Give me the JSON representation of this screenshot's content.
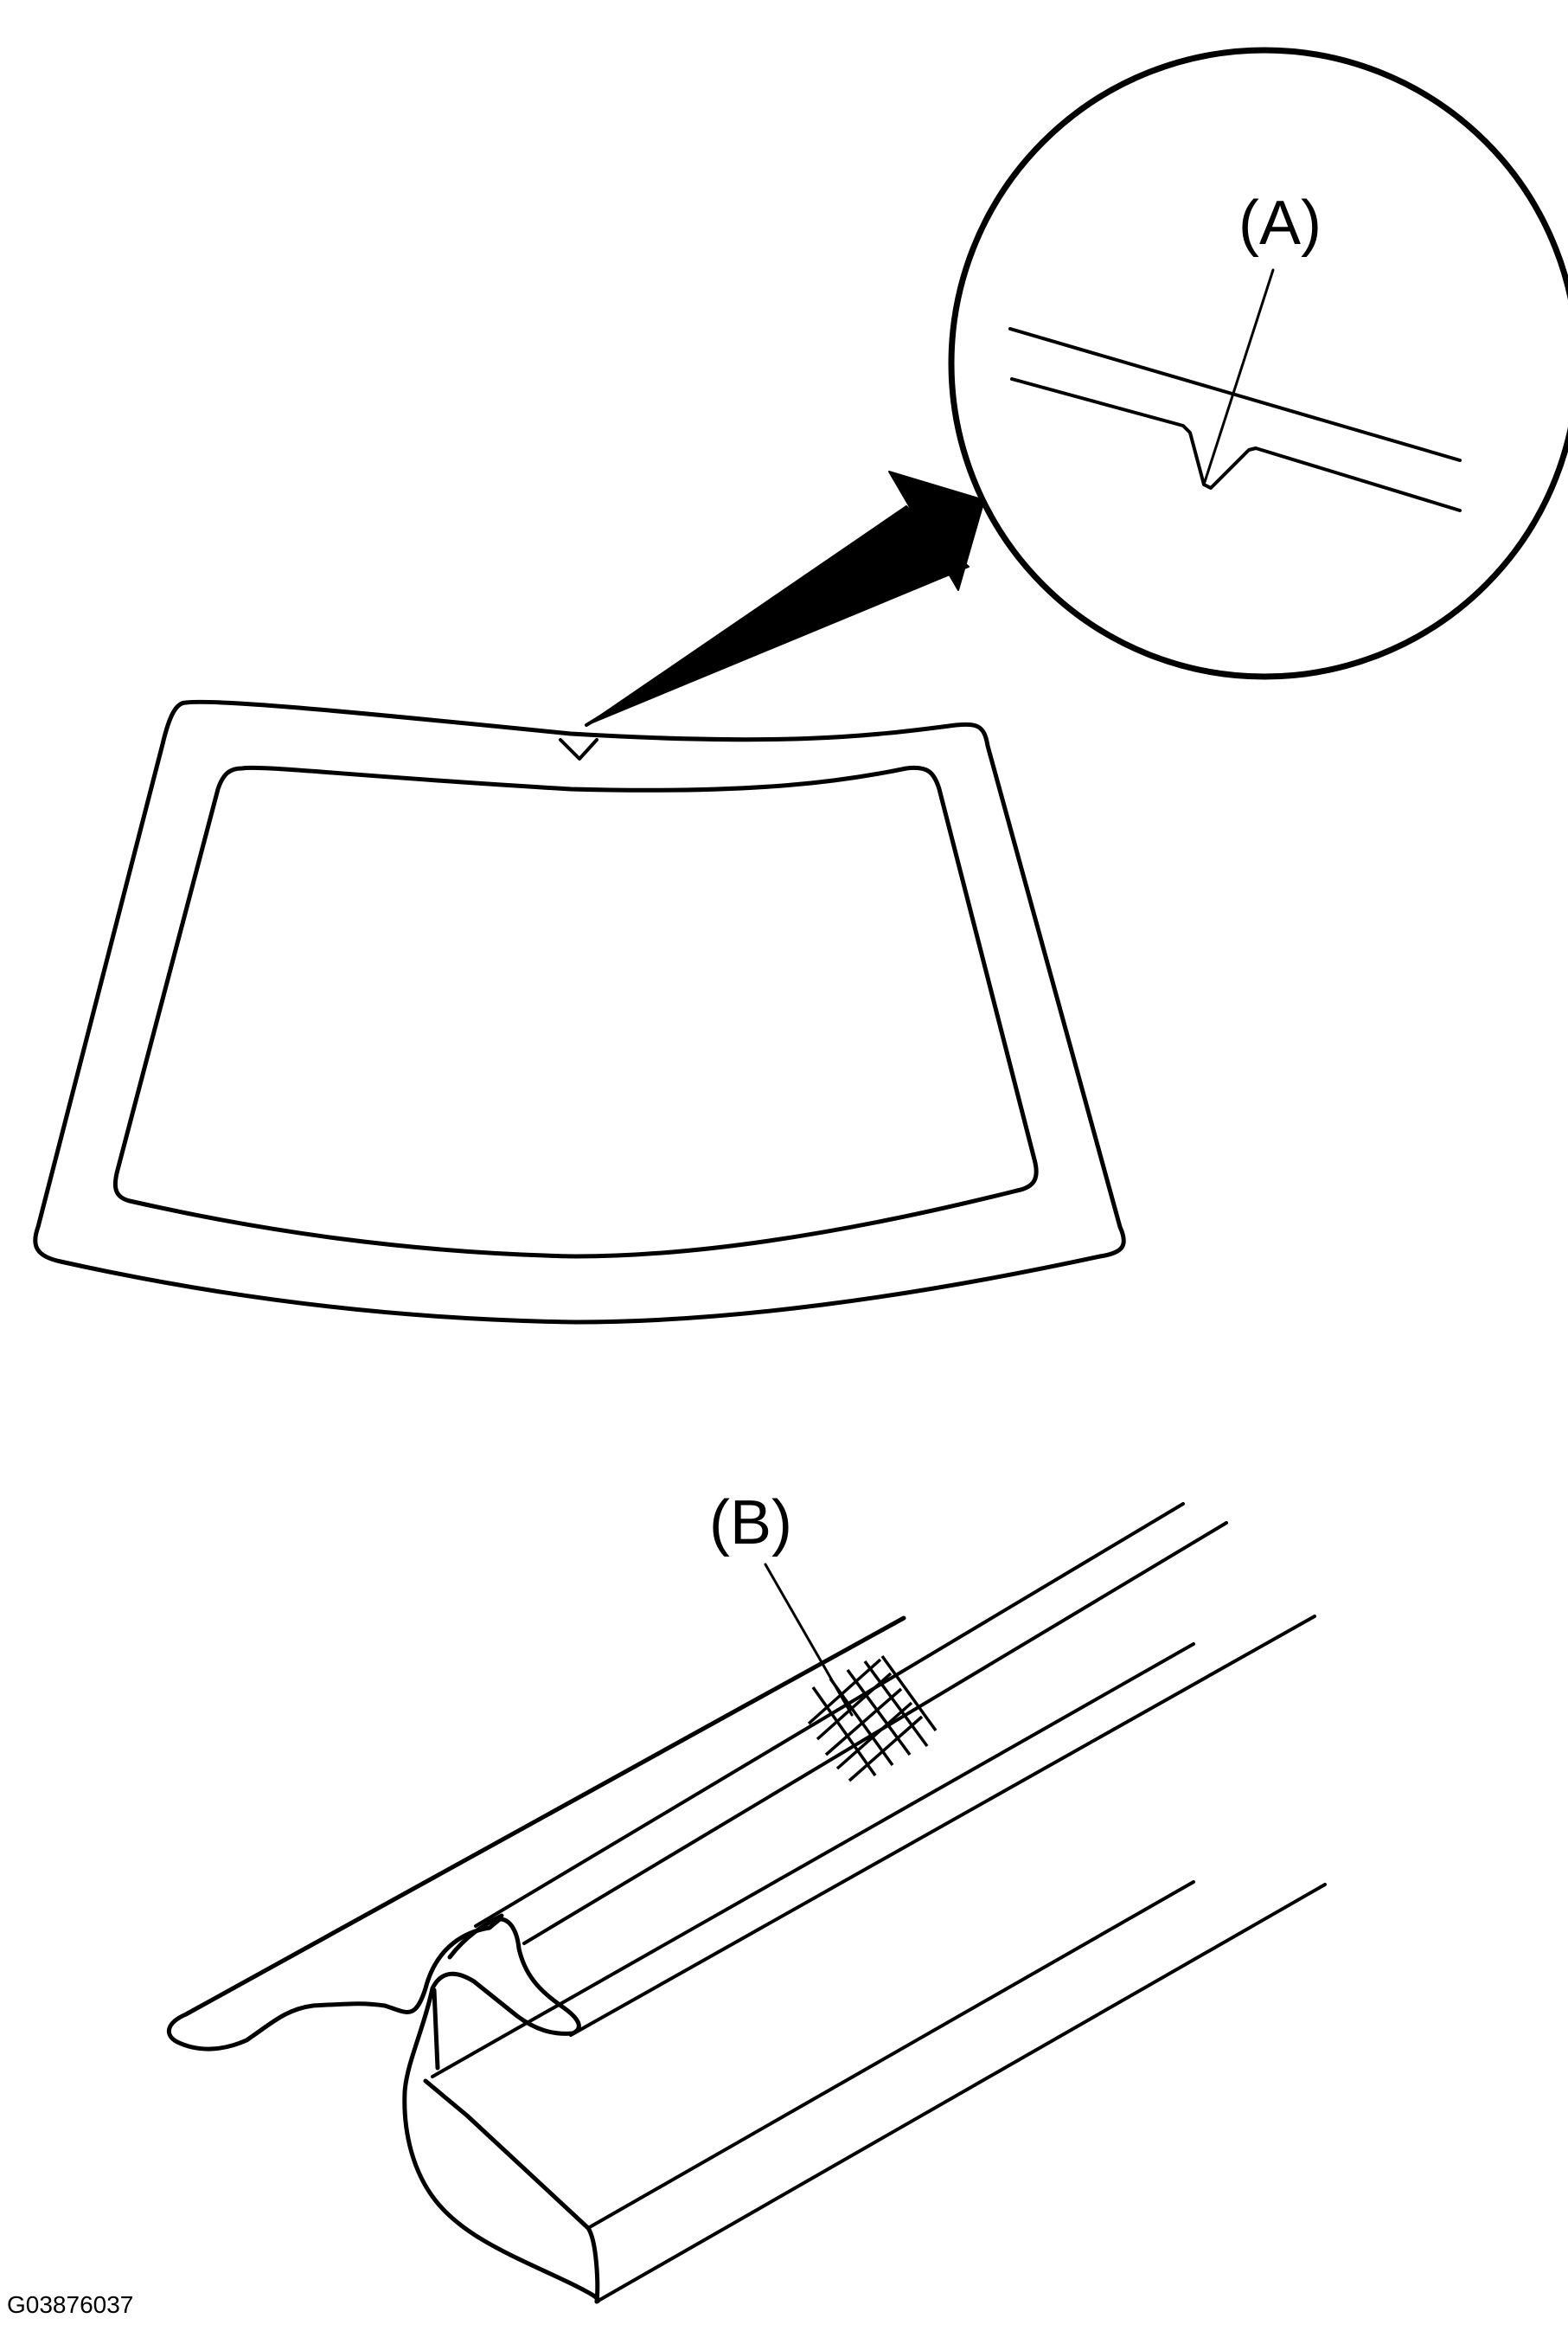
{
  "diagram": {
    "callouts": {
      "a": "(A)",
      "b": "(B)"
    },
    "figure_code": "G03876037"
  },
  "colors": {
    "line": "#000000",
    "background": "#ffffff"
  }
}
